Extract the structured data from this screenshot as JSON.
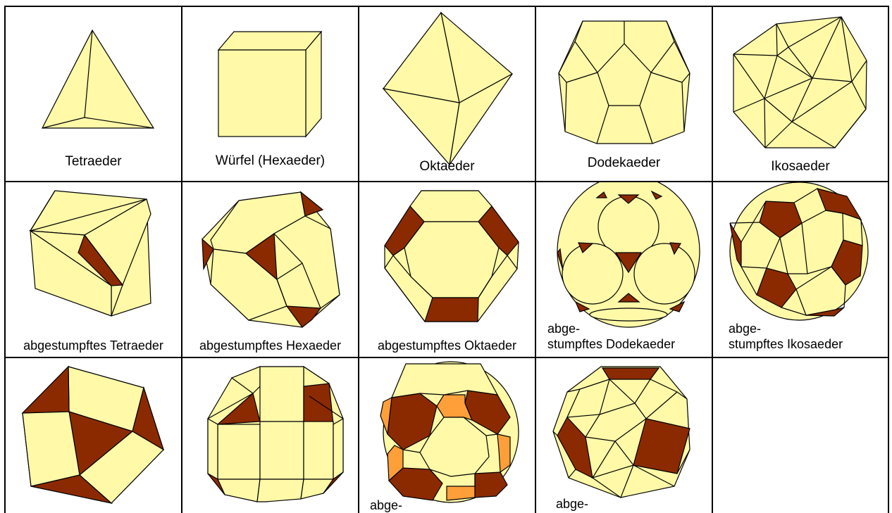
{
  "colors": {
    "face_light": "#FFF9A8",
    "face_dark": "#8B2A00",
    "face_orange": "#FF9F3A",
    "edge": "#000000",
    "background": "#FFFFFF",
    "grid_line": "#000000"
  },
  "rows": [
    {
      "cells": [
        {
          "label": "Tetraeder",
          "icon": "tetrahedron-icon"
        },
        {
          "label": "Würfel (Hexaeder)",
          "icon": "cube-icon"
        },
        {
          "label": "Oktaeder",
          "icon": "octahedron-icon"
        },
        {
          "label": "Dodekaeder",
          "icon": "dodecahedron-icon"
        },
        {
          "label": "Ikosaeder",
          "icon": "icosahedron-icon"
        }
      ]
    },
    {
      "cells": [
        {
          "label": "abgestumpftes Tetraeder",
          "icon": "truncated-tetrahedron-icon"
        },
        {
          "label": "abgestumpftes Hexaeder",
          "icon": "truncated-cube-icon"
        },
        {
          "label": "abgestumpftes Oktaeder",
          "icon": "truncated-octahedron-icon"
        },
        {
          "label_line1": "abge-",
          "label_line2": "stumpftes Dodekaeder",
          "icon": "truncated-dodecahedron-icon"
        },
        {
          "label_line1": "abge-",
          "label_line2": "stumpftes Ikosaeder",
          "icon": "truncated-icosahedron-icon"
        }
      ]
    },
    {
      "cells": [
        {
          "icon": "cuboctahedron-icon"
        },
        {
          "icon": "rhombicuboctahedron-icon"
        },
        {
          "label_line1": "abge-",
          "icon": "truncated-cuboctahedron-icon"
        },
        {
          "label_line1": "abge-",
          "icon": "icosidodecahedron-icon"
        },
        {}
      ]
    }
  ]
}
